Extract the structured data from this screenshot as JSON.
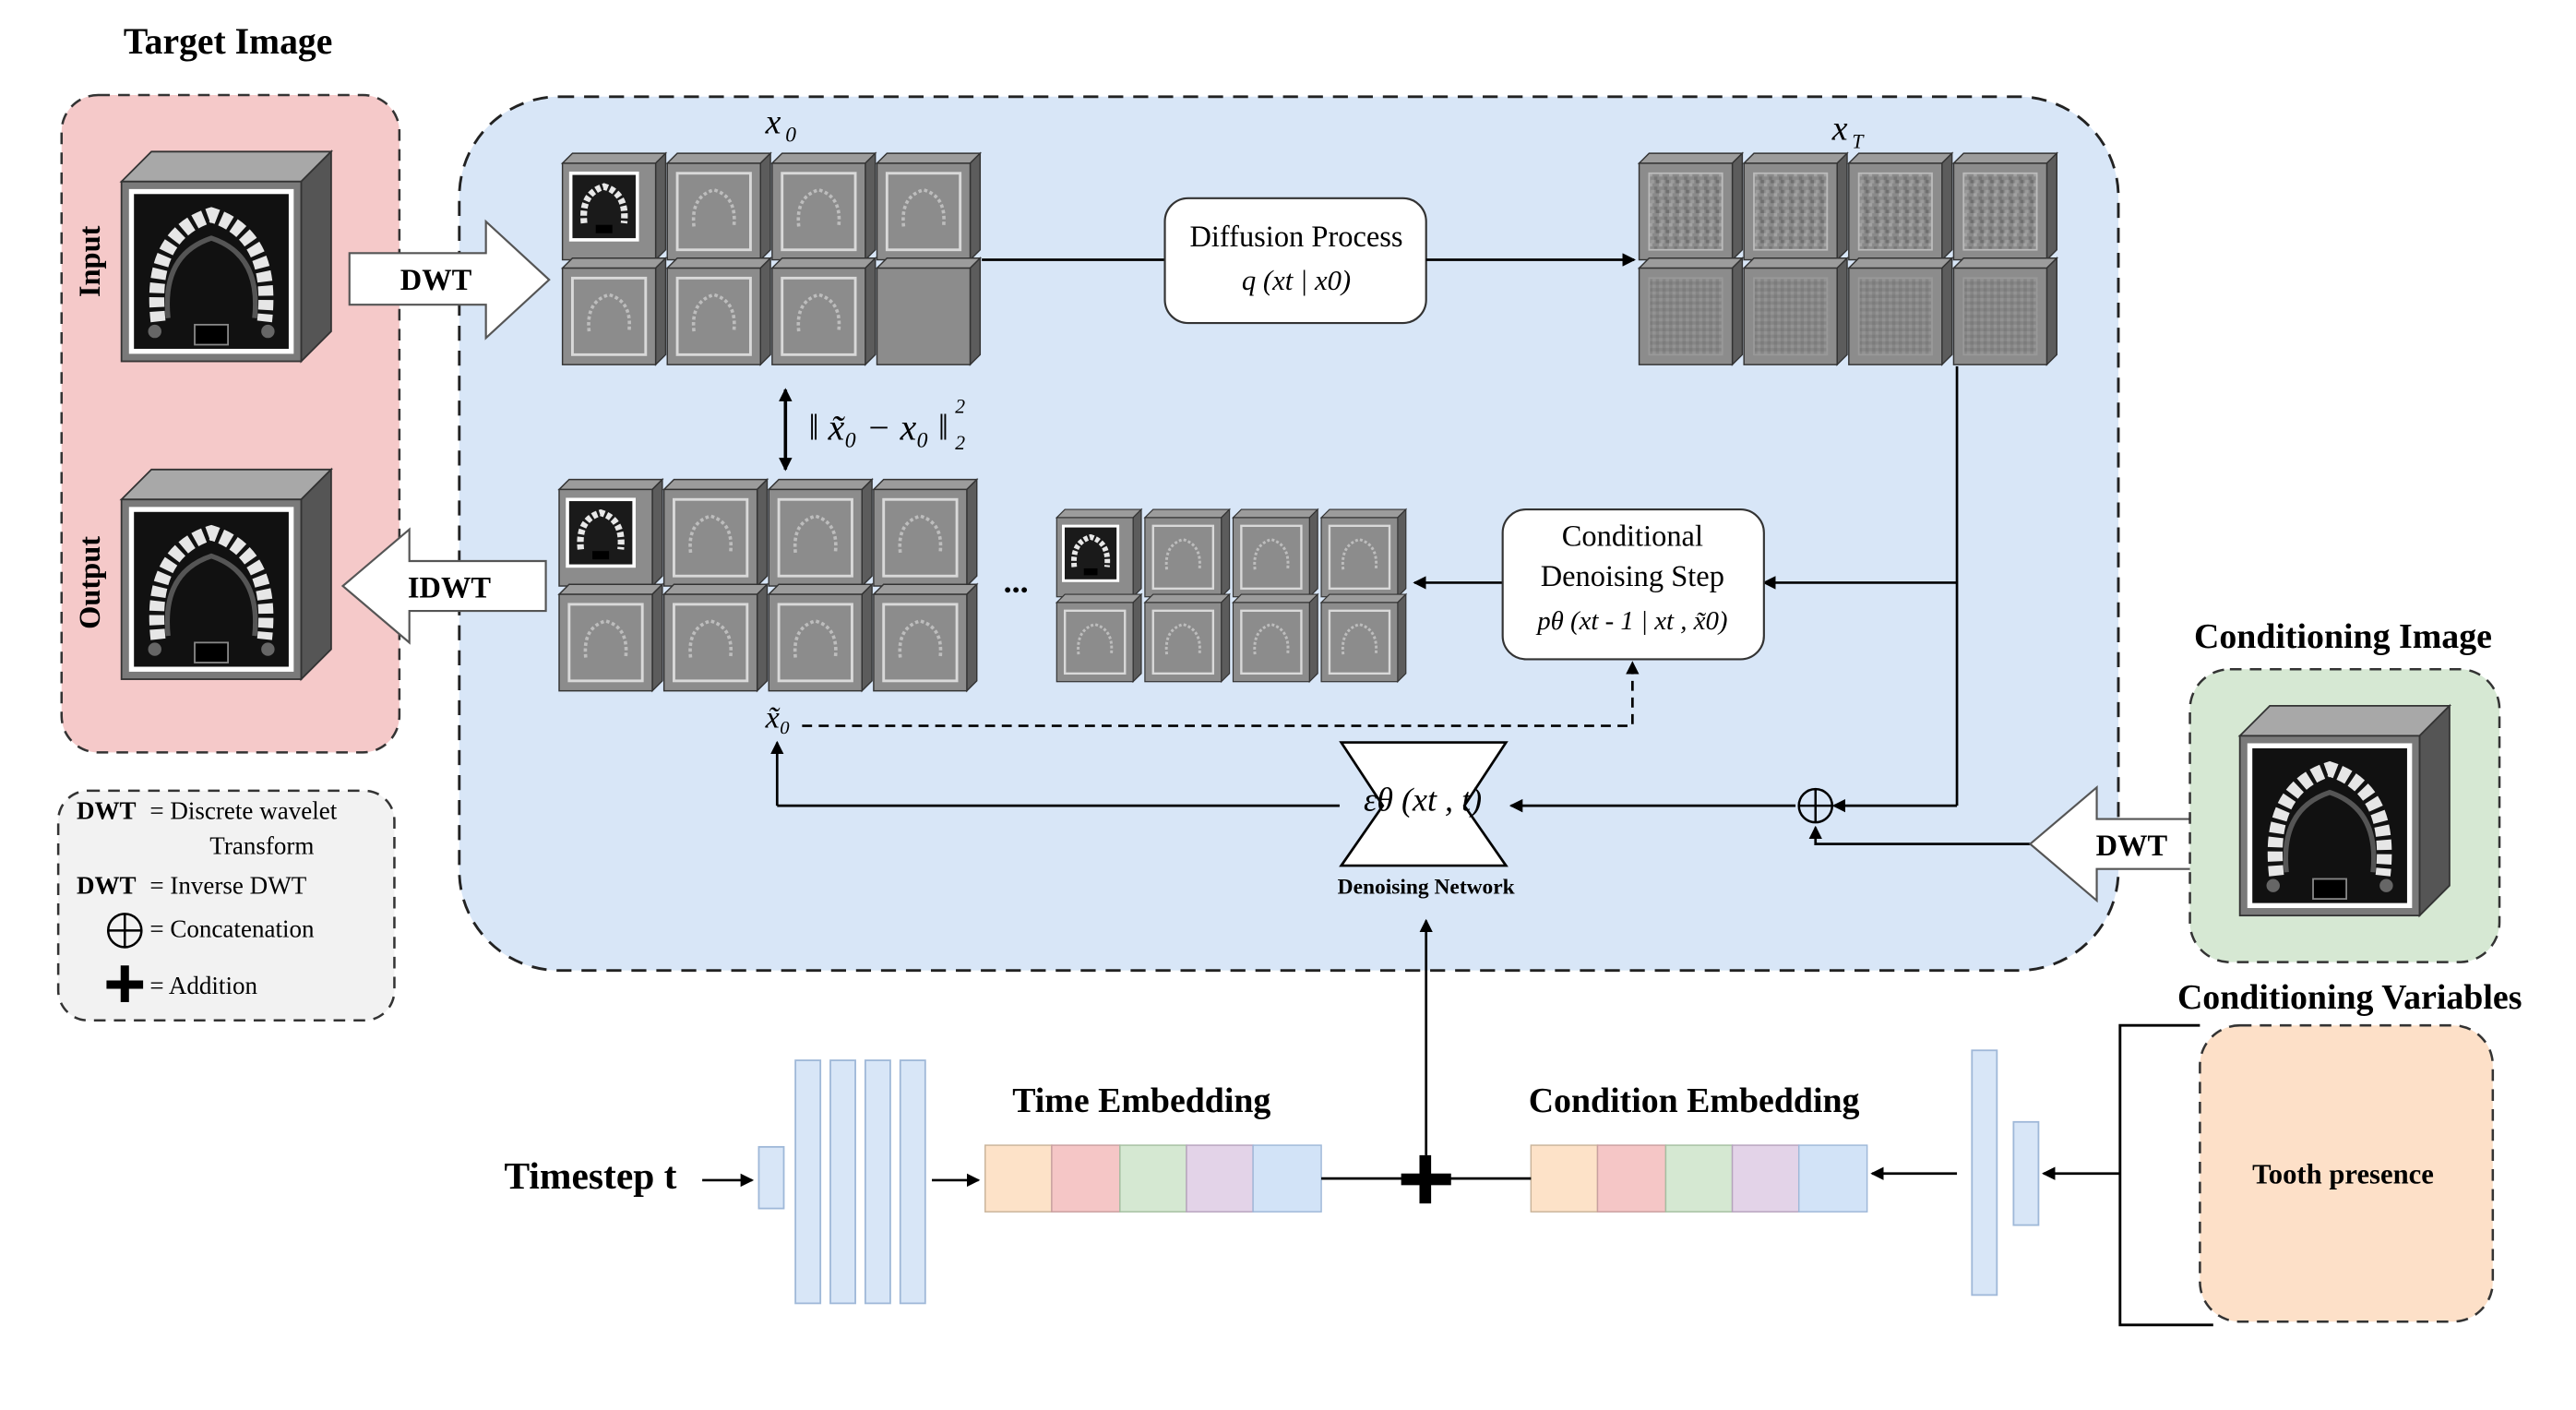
{
  "target_image": {
    "title": "Target Image",
    "input_label": "Input",
    "output_label": "Output"
  },
  "arrows": {
    "dwt_top": "DWT",
    "idwt": "IDWT",
    "dwt_cond": "DWT"
  },
  "math": {
    "x0_top": "x",
    "x0_top_sub": "0",
    "xT": "x",
    "xT_sub": "T",
    "loss_core": "‖ x̃₀ − x₀ ‖",
    "loss_sup": "2",
    "loss_sub": "2",
    "x0_tilde": "x̃₀",
    "ellipsis": "...",
    "epsilon": "εθ (xt , t)"
  },
  "diffusion": {
    "title": "Diffusion Process",
    "formula": "q (xt | x0)"
  },
  "denoise_step": {
    "line1": "Conditional",
    "line2": "Denoising Step",
    "formula": "pθ (xt - 1 | xt , x̃0)"
  },
  "network": {
    "label": "Denoising Network"
  },
  "legend": {
    "dwt_key": "DWT",
    "dwt_desc1": "= Discrete wavelet",
    "dwt_desc2": "Transform",
    "idwt_key": "DWT",
    "idwt_desc": "= Inverse DWT",
    "concat_desc": "= Concatenation",
    "add_desc": "= Addition"
  },
  "conditioning": {
    "image_title": "Conditioning Image",
    "variables_title": "Conditioning Variables",
    "tooth_presence": "Tooth presence"
  },
  "bottom": {
    "timestep": "Timestep t",
    "time_embedding": "Time Embedding",
    "condition_embedding": "Condition Embedding"
  },
  "colors": {
    "target_panel": "#f5c9c9",
    "main_panel": "#d8e6f7",
    "cond_image_panel": "#d6e8d3",
    "cond_var_panel": "#fde0c8",
    "legend_panel": "#f2f2f2",
    "embed_segments": [
      "#fde2c8",
      "#f5c6c6",
      "#d5e8d2",
      "#e3d3e8",
      "#d2e3f7"
    ]
  }
}
